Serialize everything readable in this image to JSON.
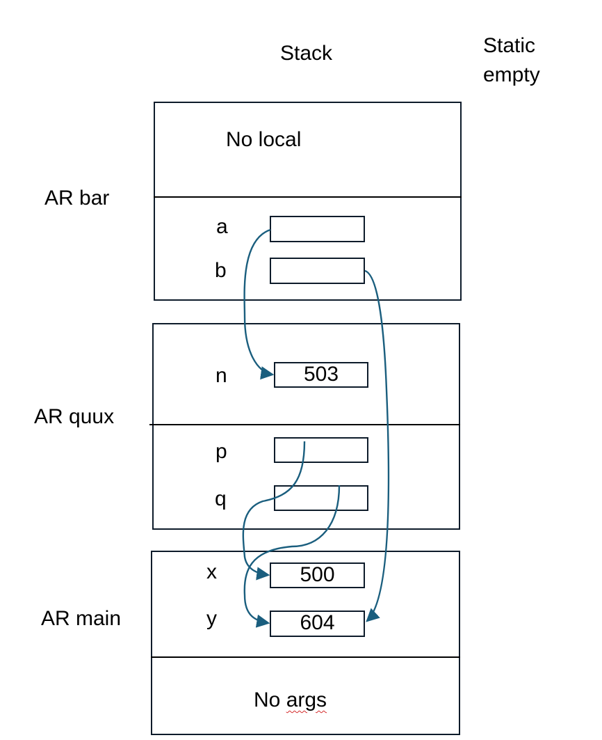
{
  "headers": {
    "stack": "Stack",
    "static_line1": "Static",
    "static_line2": "empty"
  },
  "colors": {
    "arrow": "#1a5e7e",
    "border": "#0d1b2a"
  },
  "ar_bar": {
    "label": "AR bar",
    "locals_note": "No local",
    "params": [
      {
        "name": "a",
        "value": ""
      },
      {
        "name": "b",
        "value": ""
      }
    ]
  },
  "ar_quux": {
    "label": "AR quux",
    "locals": [
      {
        "name": "n",
        "value": "503"
      }
    ],
    "params": [
      {
        "name": "p",
        "value": ""
      },
      {
        "name": "q",
        "value": ""
      }
    ]
  },
  "ar_main": {
    "label": "AR main",
    "locals": [
      {
        "name": "x",
        "value": "500"
      },
      {
        "name": "y",
        "value": "604"
      }
    ],
    "args_note_prefix": "No ",
    "args_note_word": "args"
  },
  "references": [
    {
      "from": "a",
      "to": "n"
    },
    {
      "from": "b",
      "to": "y"
    },
    {
      "from": "p",
      "to": "x"
    },
    {
      "from": "q",
      "to": "y"
    }
  ]
}
